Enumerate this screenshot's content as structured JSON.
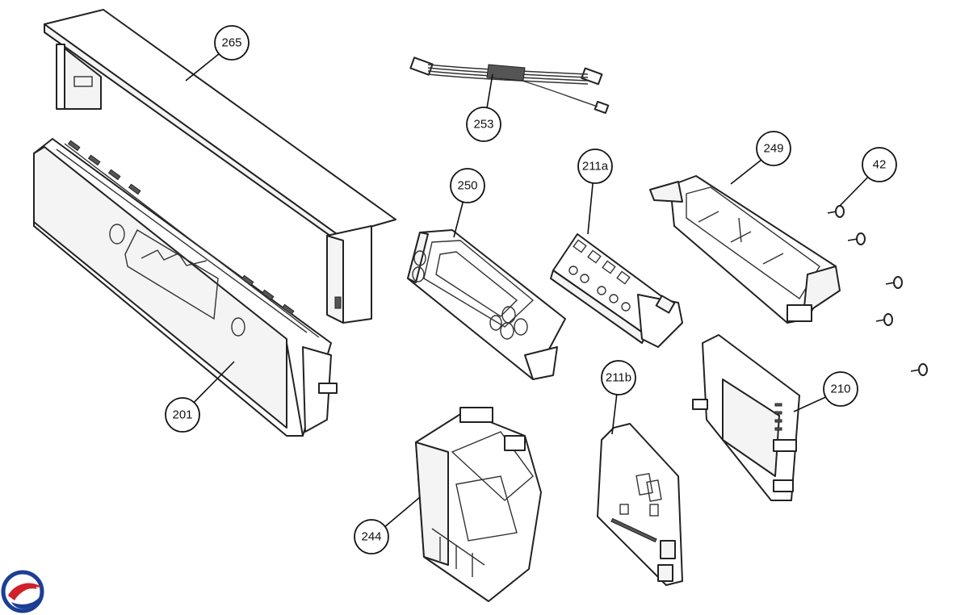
{
  "callouts": {
    "c265": "265",
    "c253": "253",
    "c250": "250",
    "c211a": "211a",
    "c249": "249",
    "c42": "42",
    "c201": "201",
    "c211b": "211b",
    "c210": "210",
    "c244": "244"
  },
  "colors": {
    "logo_red": "#d0202a",
    "logo_blue": "#1c3f94"
  }
}
